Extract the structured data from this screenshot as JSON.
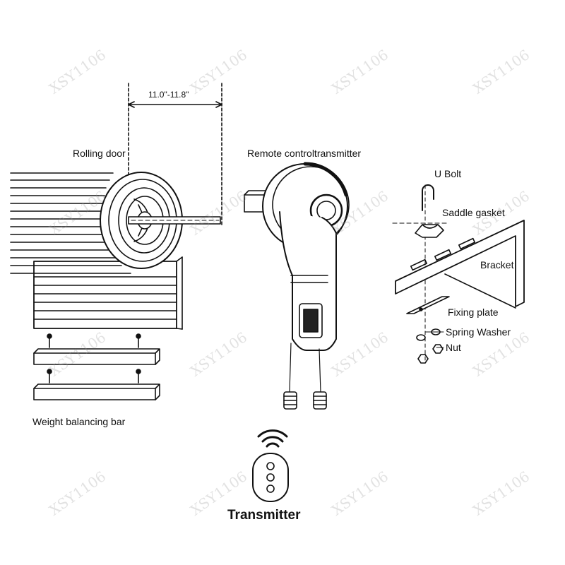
{
  "labels": {
    "dimension": "11.0\"-11.8\"",
    "rolling_door": "Rolling door",
    "motor": "Remote controltransmitter",
    "u_bolt": "U Bolt",
    "saddle_gasket": "Saddle gasket",
    "bracket": "Bracket",
    "fixing_plate": "Fixing plate",
    "spring_washer": "Spring Washer",
    "nut": "Nut",
    "weight_bar": "Weight balancing bar",
    "transmitter": "Transmitter"
  },
  "watermark": "XSY1106"
}
